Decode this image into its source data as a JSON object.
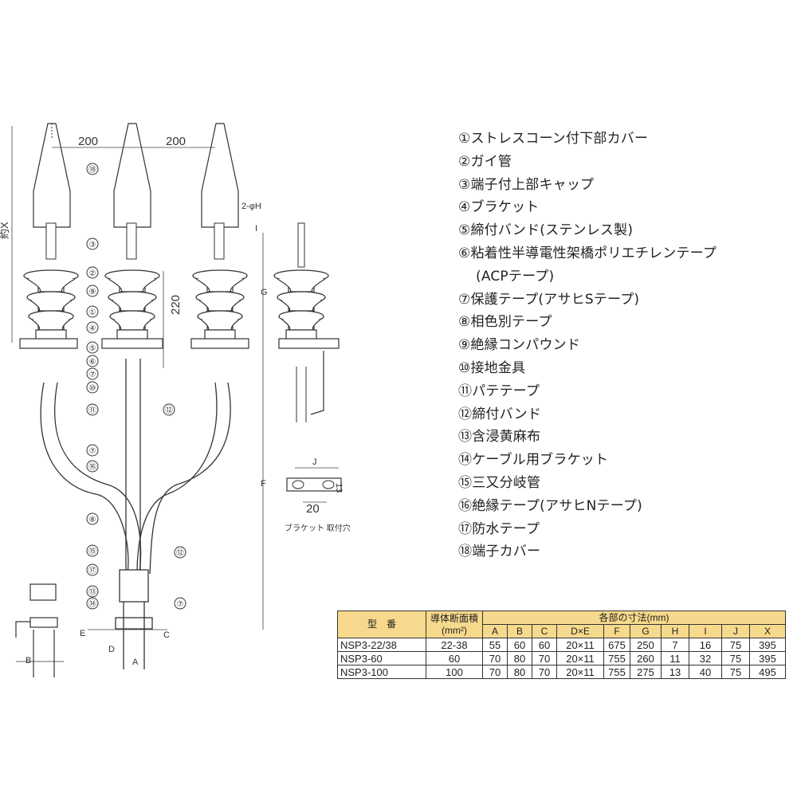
{
  "diagram": {
    "dims": {
      "pitch_left": "200",
      "pitch_right": "200",
      "dim_220": "220",
      "dim_x": "約X",
      "dim_g": "G",
      "dim_f": "F",
      "dim_h": "2-φH",
      "dim_i": "I",
      "dim_a": "A",
      "dim_b": "B",
      "dim_c": "C",
      "dim_d": "D",
      "dim_e": "E",
      "dim_j": "J",
      "dim_13": "13",
      "dim_20": "20"
    },
    "bracket_caption": "ブラケット 取付穴",
    "callouts_left": [
      "⑱",
      "③",
      "②",
      "⑨",
      "①",
      "④",
      "⑤",
      "⑥",
      "⑦",
      "⑩",
      "⑪",
      "⑦",
      "⑯",
      "⑧",
      "⑮",
      "⑰",
      "⑬",
      "⑭"
    ],
    "callouts_right": [
      "⑫",
      "⑫",
      "⑦"
    ]
  },
  "parts": [
    {
      "num": "①",
      "text": "ストレスコーン付下部カバー"
    },
    {
      "num": "②",
      "text": "ガイ管"
    },
    {
      "num": "③",
      "text": "端子付上部キャップ"
    },
    {
      "num": "④",
      "text": "ブラケット"
    },
    {
      "num": "⑤",
      "text": "締付バンド(ステンレス製)"
    },
    {
      "num": "⑥",
      "text": "粘着性半導電性架橋ポリエチレンテープ"
    },
    {
      "num": "",
      "text": "(ACPテープ)"
    },
    {
      "num": "⑦",
      "text": "保護テープ(アサヒSテープ)"
    },
    {
      "num": "⑧",
      "text": "相色別テープ"
    },
    {
      "num": "⑨",
      "text": "絶縁コンパウンド"
    },
    {
      "num": "⑩",
      "text": "接地金具"
    },
    {
      "num": "⑪",
      "text": "パテテープ"
    },
    {
      "num": "⑫",
      "text": "締付バンド"
    },
    {
      "num": "⑬",
      "text": "含浸黄麻布"
    },
    {
      "num": "⑭",
      "text": "ケーブル用ブラケット"
    },
    {
      "num": "⑮",
      "text": "三又分岐管"
    },
    {
      "num": "⑯",
      "text": "絶縁テープ(アサヒNテープ)"
    },
    {
      "num": "⑰",
      "text": "防水テープ"
    },
    {
      "num": "⑱",
      "text": "端子カバー"
    }
  ],
  "table": {
    "col_model": "型　番",
    "col_area": "導体断面積",
    "col_area_unit": "(mm²)",
    "col_group": "各部の寸法(mm)",
    "dim_cols": [
      "A",
      "B",
      "C",
      "D×E",
      "F",
      "G",
      "H",
      "I",
      "J",
      "X"
    ],
    "rows": [
      {
        "model": "NSP3-22/38",
        "area": "22-38",
        "vals": [
          "55",
          "60",
          "60",
          "20×11",
          "675",
          "250",
          "7",
          "16",
          "75",
          "395"
        ]
      },
      {
        "model": "NSP3-60",
        "area": "60",
        "vals": [
          "70",
          "80",
          "70",
          "20×11",
          "755",
          "260",
          "11",
          "32",
          "75",
          "395"
        ]
      },
      {
        "model": "NSP3-100",
        "area": "100",
        "vals": [
          "70",
          "80",
          "70",
          "20×11",
          "755",
          "275",
          "13",
          "40",
          "75",
          "495"
        ]
      }
    ]
  },
  "colors": {
    "header_bg": "#f6d98c",
    "line": "#333333"
  }
}
